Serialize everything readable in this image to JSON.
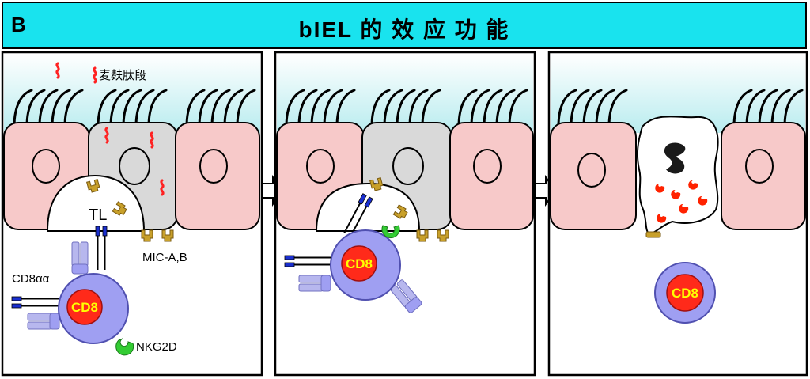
{
  "header": {
    "panel_letter": "B",
    "title": "bIEL 的 效 应 功 能"
  },
  "labels": {
    "gliadin": "麦麸肽段",
    "tl": "TL",
    "mic": "MIC-A,B",
    "cd8aa": "CD8αα",
    "cd8_1": "CD8",
    "cd8_2": "CD8",
    "cd8_3": "CD8",
    "nkg2d": "NKG2D"
  },
  "colors": {
    "header_bg": "#19e3ee",
    "epithelial_cell": "#f7c9c9",
    "infected_cell": "#d9d9d9",
    "lumen_gradient_top": "#b9ecef",
    "tcell_outer": "#9f9ff2",
    "tcell_nucleus": "#ff2a1a",
    "cd8_text": "#ffff00",
    "mic_ligand": "#c8a02a",
    "receptor_blue": "#1a2fd0",
    "nkg2d_green": "#33cc33",
    "gliadin_red": "#ff2222"
  }
}
